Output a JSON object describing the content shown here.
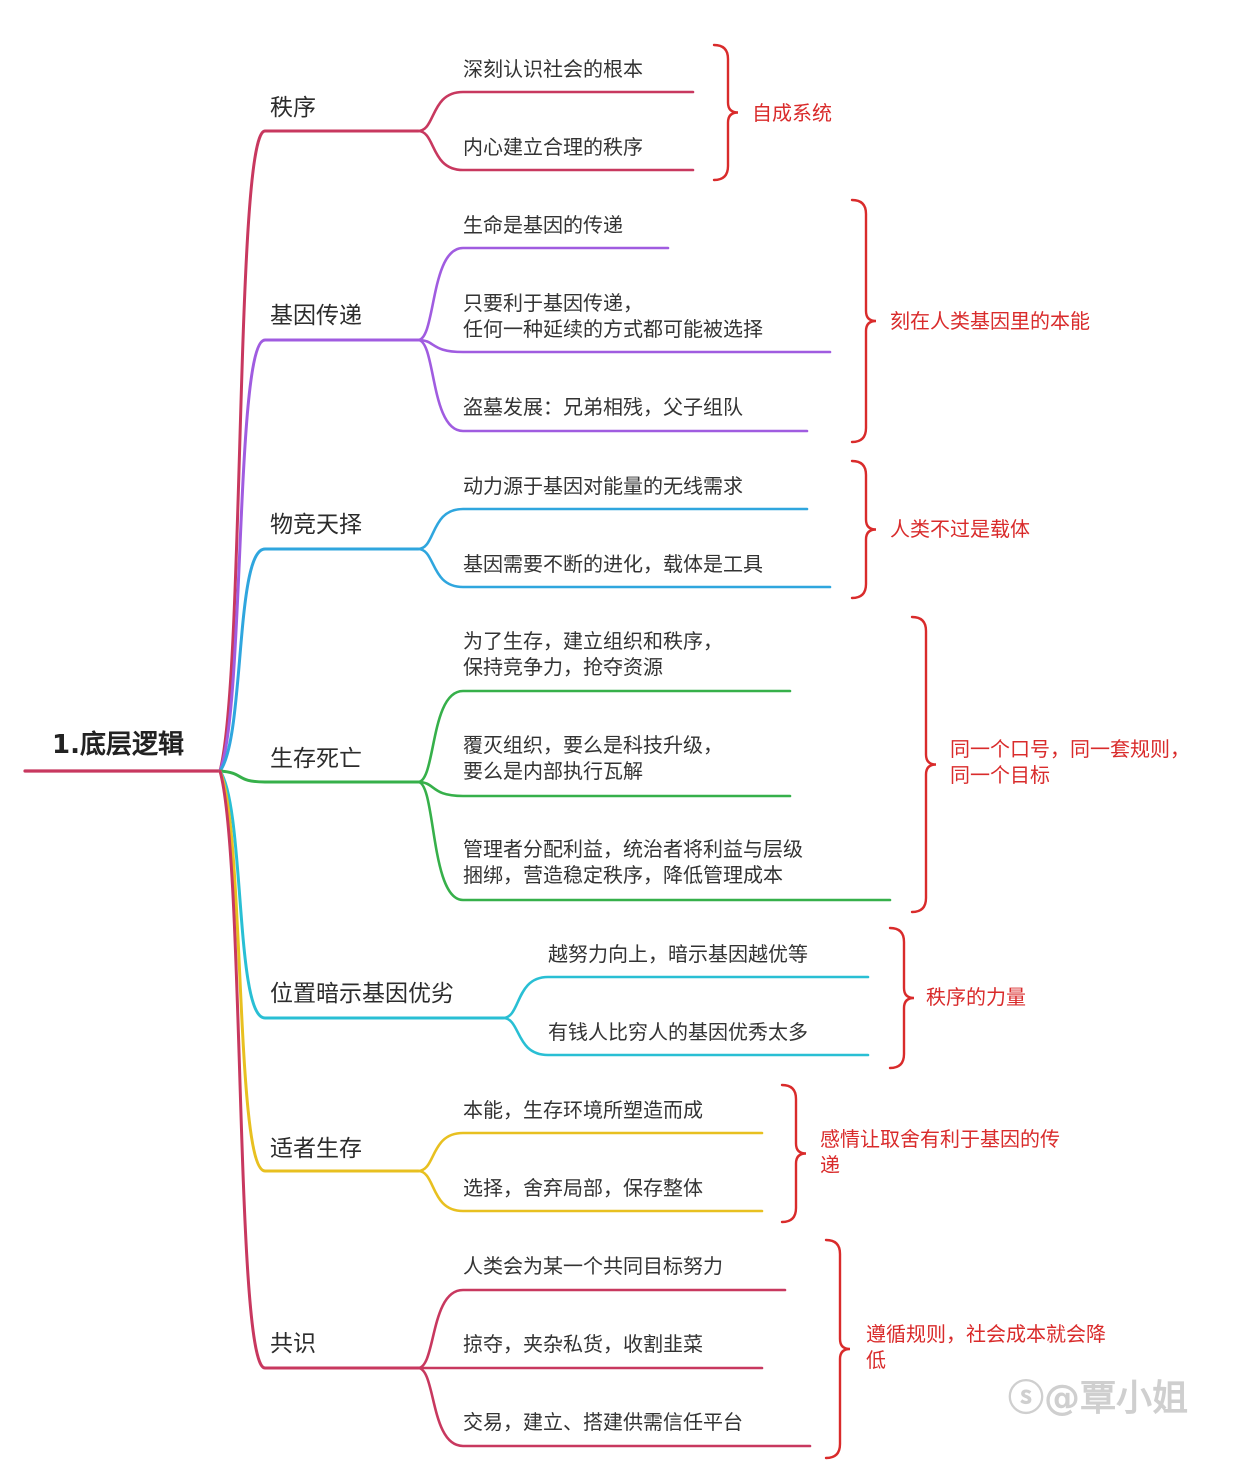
{
  "root": {
    "label": "1.底层逻辑",
    "color": "#c8385f"
  },
  "branches": [
    {
      "label": "秩序",
      "color": "#c8385f",
      "items": [
        "深刻认识社会的根本",
        "内心建立合理的秩序"
      ],
      "summary": "自成系统"
    },
    {
      "label": "基因传递",
      "color": "#a05ce0",
      "items": [
        "生命是基因的传递",
        "只要利于基因传递，\n任何一种延续的方式都可能被选择",
        "盗墓发展：兄弟相残，父子组队"
      ],
      "summary": "刻在人类基因里的本能"
    },
    {
      "label": "物竞天择",
      "color": "#2fa6de",
      "items": [
        "动力源于基因对能量的无线需求",
        "基因需要不断的进化，载体是工具"
      ],
      "summary": "人类不过是载体"
    },
    {
      "label": "生存死亡",
      "color": "#36b04a",
      "items": [
        "为了生存，建立组织和秩序，\n保持竞争力，抢夺资源",
        "覆灭组织，要么是科技升级，\n要么是内部执行瓦解",
        "管理者分配利益，统治者将利益与层级\n捆绑，营造稳定秩序，降低管理成本"
      ],
      "summary": "同一个口号，同一套规则，\n同一个目标"
    },
    {
      "label": "位置暗示基因优劣",
      "color": "#29bfd4",
      "items": [
        "越努力向上，暗示基因越优等",
        "有钱人比穷人的基因优秀太多"
      ],
      "summary": "秩序的力量"
    },
    {
      "label": "适者生存",
      "color": "#e8c020",
      "items": [
        "本能，生存环境所塑造而成",
        "选择，舍弃局部，保存整体"
      ],
      "summary": "感情让取舍有利于基因的传\n递"
    },
    {
      "label": "共识",
      "color": "#c8385f",
      "items": [
        "人类会为某一个共同目标努力",
        "掠夺，夹杂私货，收割韭菜",
        "交易，建立、搭建供需信任平台"
      ],
      "summary": "遵循规则，社会成本就会降\n低"
    }
  ],
  "summary_color": "#d92b2b",
  "watermark": "ⓢ@覃小姐"
}
